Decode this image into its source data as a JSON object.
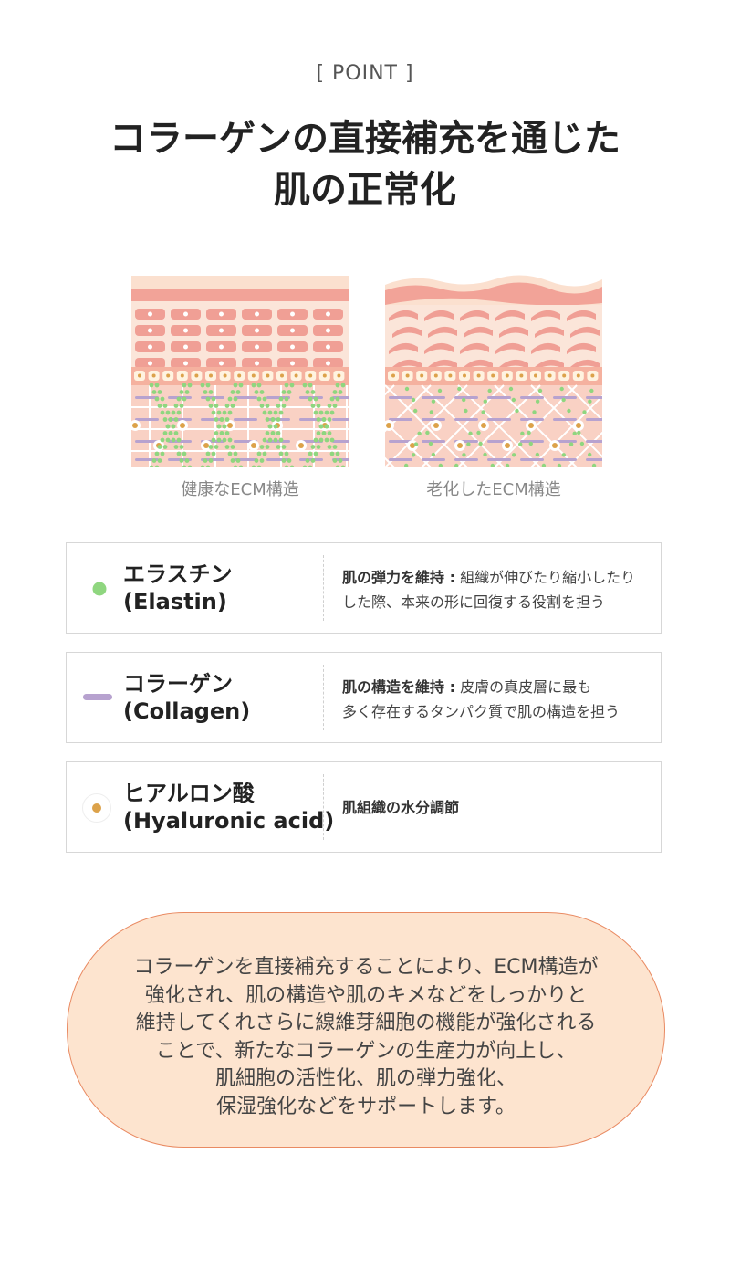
{
  "header": {
    "point_label": "[ POINT ]",
    "title_line1": "コラーゲンの直接補充を通じた",
    "title_line2": "肌の正常化"
  },
  "illustrations": {
    "healthy_caption": "健康なECM構造",
    "aged_caption": "老化したECM構造"
  },
  "components": [
    {
      "name_jp": "エラスチン",
      "name_en": "(Elastin)",
      "desc_bold": "肌の弾力を維持 :",
      "desc_line1": " 組織が伸びたり縮小したり",
      "desc_line2": "した際、本来の形に回復する役割を担う",
      "marker_color": "#8fd67f"
    },
    {
      "name_jp": "コラーゲン",
      "name_en": "(Collagen)",
      "desc_bold": "肌の構造を維持 :",
      "desc_line1": " 皮膚の真皮層に最も",
      "desc_line2": "多く存在するタンパク質で肌の構造を担う",
      "marker_color": "#b7a2cf"
    },
    {
      "name_jp": "ヒアルロン酸",
      "name_en": "(Hyaluronic acid)",
      "desc_bold": "肌組織の水分調節",
      "marker_color": "#dca24a"
    }
  ],
  "summary": {
    "lines": [
      "コラーゲンを直接補充することにより、ECM構造が",
      "強化され、肌の構造や肌のキメなどをしっかりと",
      "維持してくれさらに線維芽細胞の機能が強化される",
      "ことで、新たなコラーゲンの生産力が向上し、",
      "肌細胞の活性化、肌の弾力強化、",
      "保湿強化などをサポートします。"
    ]
  },
  "colors": {
    "skin_top": "#fbe0cf",
    "skin_layer": "#f2a398",
    "cell": "#f09f95",
    "dermis": "#f9d1c4",
    "elastin": "#8fd67f",
    "collagen": "#b7a2cf",
    "hyaluronic": "#dca24a",
    "oval_fill": "#fde4cf",
    "oval_border": "#e98a62"
  }
}
